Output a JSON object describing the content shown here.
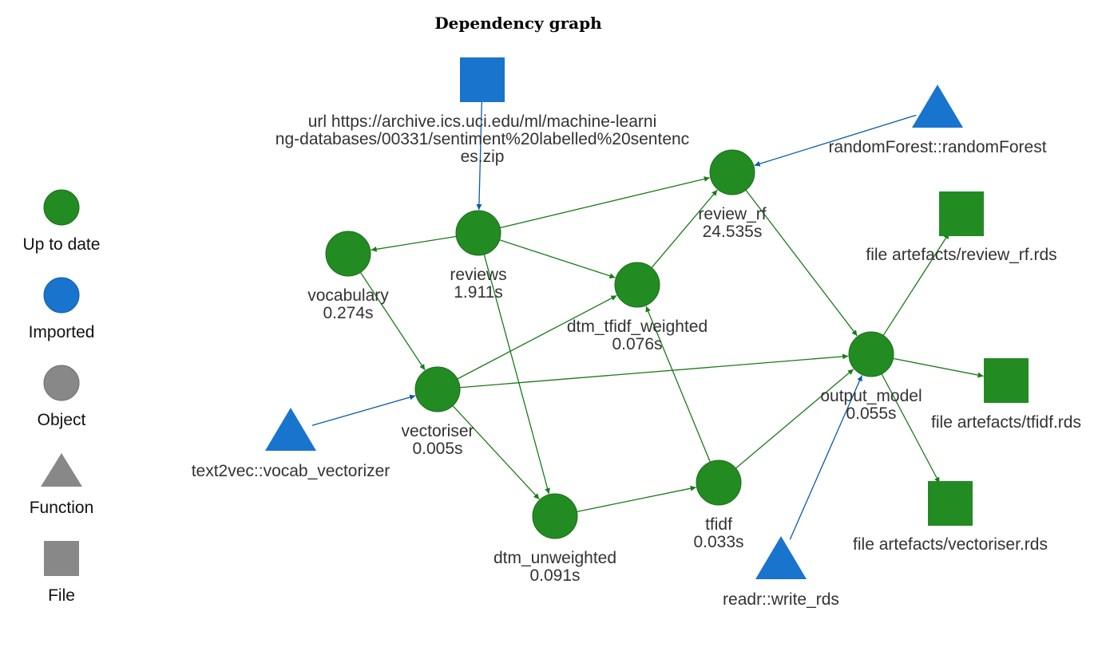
{
  "title": "Dependency graph",
  "colors": {
    "up_to_date": "#228b22",
    "imported": "#1874cd",
    "object": "#888888",
    "edge_green": "#1a7a1a",
    "edge_blue": "#0b5aa8"
  },
  "legend": [
    {
      "label": "Up to date",
      "shape": "circle",
      "color": "#228b22"
    },
    {
      "label": "Imported",
      "shape": "circle",
      "color": "#1874cd"
    },
    {
      "label": "Object",
      "shape": "circle",
      "color": "#888888"
    },
    {
      "label": "Function",
      "shape": "triangle",
      "color": "#888888"
    },
    {
      "label": "File",
      "shape": "square",
      "color": "#888888"
    }
  ],
  "nodes": {
    "url": {
      "lines": [
        "url https://archive.ics.uci.edu/ml/machine-learni",
        "ng-databases/00331/sentiment%20labelled%20sentenc",
        "es.zip"
      ],
      "shape": "square",
      "status": "imported"
    },
    "randomForest": {
      "lines": [
        "randomForest::randomForest"
      ],
      "shape": "triangle",
      "status": "imported"
    },
    "review_rf": {
      "lines": [
        "review_rf",
        "24.535s"
      ],
      "shape": "circle",
      "status": "up_to_date"
    },
    "reviews": {
      "lines": [
        "reviews",
        "1.911s"
      ],
      "shape": "circle",
      "status": "up_to_date"
    },
    "vocabulary": {
      "lines": [
        "vocabulary",
        "0.274s"
      ],
      "shape": "circle",
      "status": "up_to_date"
    },
    "dtm_tfidf_weighted": {
      "lines": [
        "dtm_tfidf_weighted",
        "0.076s"
      ],
      "shape": "circle",
      "status": "up_to_date"
    },
    "file_review_rf": {
      "lines": [
        "file artefacts/review_rf.rds"
      ],
      "shape": "square",
      "status": "up_to_date"
    },
    "output_model": {
      "lines": [
        "output_model",
        "0.055s"
      ],
      "shape": "circle",
      "status": "up_to_date"
    },
    "file_tfidf": {
      "lines": [
        "file artefacts/tfidf.rds"
      ],
      "shape": "square",
      "status": "up_to_date"
    },
    "vectoriser": {
      "lines": [
        "vectoriser",
        "0.005s"
      ],
      "shape": "circle",
      "status": "up_to_date"
    },
    "text2vec": {
      "lines": [
        "text2vec::vocab_vectorizer"
      ],
      "shape": "triangle",
      "status": "imported"
    },
    "tfidf": {
      "lines": [
        "tfidf",
        "0.033s"
      ],
      "shape": "circle",
      "status": "up_to_date"
    },
    "dtm_unweighted": {
      "lines": [
        "dtm_unweighted",
        "0.091s"
      ],
      "shape": "circle",
      "status": "up_to_date"
    },
    "file_vectoriser": {
      "lines": [
        "file artefacts/vectoriser.rds"
      ],
      "shape": "square",
      "status": "up_to_date"
    },
    "readr": {
      "lines": [
        "readr::write_rds"
      ],
      "shape": "triangle",
      "status": "imported"
    }
  },
  "edges": [
    {
      "from": "url",
      "to": "reviews",
      "color": "blue"
    },
    {
      "from": "randomForest",
      "to": "review_rf",
      "color": "blue"
    },
    {
      "from": "reviews",
      "to": "vocabulary",
      "color": "green"
    },
    {
      "from": "reviews",
      "to": "review_rf",
      "color": "green"
    },
    {
      "from": "reviews",
      "to": "dtm_tfidf_weighted",
      "color": "green"
    },
    {
      "from": "reviews",
      "to": "dtm_unweighted",
      "color": "green"
    },
    {
      "from": "vocabulary",
      "to": "vectoriser",
      "color": "green"
    },
    {
      "from": "text2vec",
      "to": "vectoriser",
      "color": "blue"
    },
    {
      "from": "vectoriser",
      "to": "dtm_tfidf_weighted",
      "color": "green"
    },
    {
      "from": "vectoriser",
      "to": "dtm_unweighted",
      "color": "green"
    },
    {
      "from": "vectoriser",
      "to": "output_model",
      "color": "green"
    },
    {
      "from": "dtm_tfidf_weighted",
      "to": "review_rf",
      "color": "green"
    },
    {
      "from": "review_rf",
      "to": "output_model",
      "color": "green"
    },
    {
      "from": "dtm_unweighted",
      "to": "tfidf",
      "color": "green"
    },
    {
      "from": "tfidf",
      "to": "dtm_tfidf_weighted",
      "color": "green"
    },
    {
      "from": "tfidf",
      "to": "output_model",
      "color": "green"
    },
    {
      "from": "readr",
      "to": "output_model",
      "color": "blue"
    },
    {
      "from": "output_model",
      "to": "file_review_rf",
      "color": "green"
    },
    {
      "from": "output_model",
      "to": "file_tfidf",
      "color": "green"
    },
    {
      "from": "output_model",
      "to": "file_vectoriser",
      "color": "green"
    }
  ]
}
